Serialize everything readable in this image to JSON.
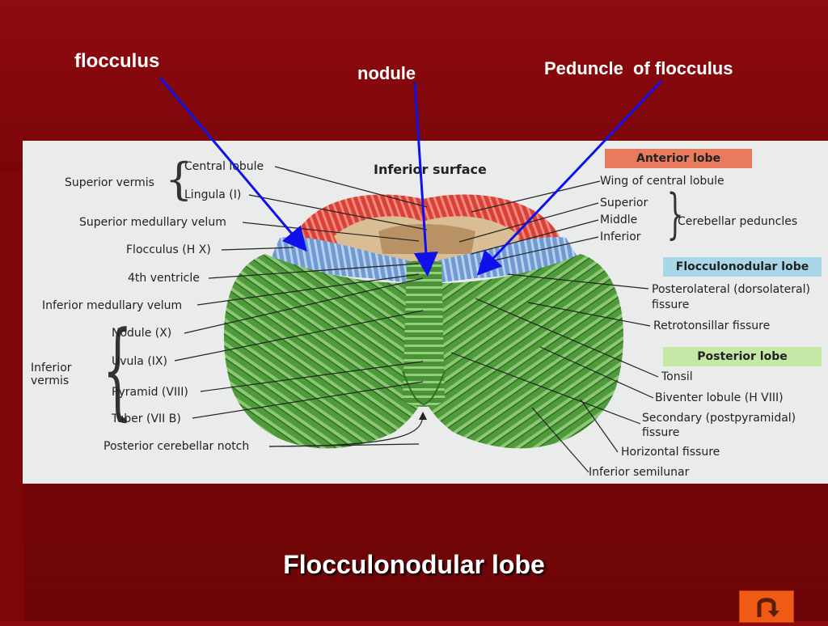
{
  "slide": {
    "labels": {
      "flocculus": "flocculus",
      "nodule": "nodule",
      "peduncle": "Peduncle  of flocculus"
    },
    "title": "Flocculonodular lobe",
    "colors": {
      "background": "#7a0509",
      "arrow": "#1010e8",
      "home_button": "#f05a14"
    },
    "home_icon": "u-turn-return-icon"
  },
  "figure": {
    "title": "Inferior surface",
    "left_labels": {
      "superior_vermis": "Superior vermis",
      "central_lobule": "Central lobule",
      "lingula": "Lingula (I)",
      "superior_medullary_velum": "Superior medullary velum",
      "flocculus": "Flocculus (H X)",
      "fourth_ventricle": "4th ventricle",
      "inferior_medullary_velum": "Inferior medullary velum",
      "inferior_vermis": "Inferior vermis",
      "nodule": "Nodule (X)",
      "uvula": "Uvula (IX)",
      "pyramid": "Pyramid (VIII)",
      "tuber": "Tuber (VII B)",
      "posterior_notch": "Posterior cerebellar notch"
    },
    "right_labels": {
      "anterior_lobe": "Anterior lobe",
      "wing": "Wing of central lobule",
      "superior": "Superior",
      "middle": "Middle",
      "inferior": "Inferior",
      "cerebellar_peduncles": "Cerebellar peduncles",
      "flocculonodular_lobe": "Flocculonodular lobe",
      "posterolateral_fissure": "Posterolateral (dorsolateral)",
      "posterolateral_fissure_2": "fissure",
      "retrotonsillar": "Retrotonsillar fissure",
      "posterior_lobe": "Posterior lobe",
      "tonsil": "Tonsil",
      "biventer": "Biventer lobule (H VIII)",
      "secondary_fissure": "Secondary (postpyramidal)",
      "secondary_fissure_2": "fissure",
      "horizontal": "Horizontal fissure",
      "inferior_semilunar": "Inferior semilunar"
    },
    "colors": {
      "anterior": "#e87a5e",
      "flocculonodular": "#a9d6e8",
      "posterior": "#c6e8a6"
    }
  }
}
